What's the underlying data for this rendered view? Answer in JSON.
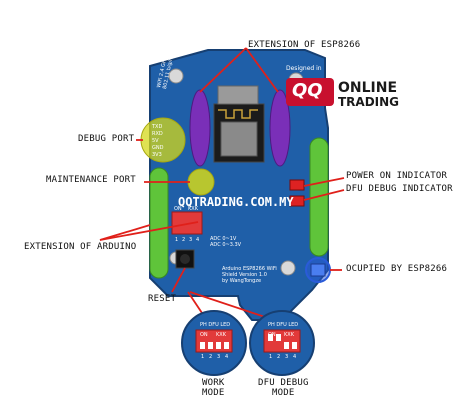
{
  "labels": {
    "extension_esp8266": "EXTENSION OF ESP8266",
    "debug_port": "DEBUG PORT",
    "maintenance_port": "MAINTENANCE PORT",
    "power_on_indicator": "POWER ON INDICATOR",
    "dfu_debug_indicator": "DFU DEBUG INDICATOR",
    "extension_arduino": "EXTENSION OF ARDUINO",
    "reset": "RESET",
    "occupied_esp8266": "OCUPIED BY ESP8266",
    "work_mode": "WORK\nMODE",
    "dfu_debug_mode": "DFU DEBUG\nMODE"
  },
  "brand": {
    "logo_letters": "QQ",
    "line1": "ONLINE",
    "line2": "TRADING"
  },
  "board": {
    "watermark": "QQTRADING.COM.MY",
    "wifi_text": "WiFi 2.4 GHz\n802.11 b/g/n",
    "designed_in": "Designed in",
    "debug_pins": [
      "TXD",
      "RXD",
      "5V",
      "GND",
      "3V3"
    ],
    "switch_on": "ON",
    "switch_kxk": "KXK",
    "switch_numbers": [
      "1",
      "2",
      "3",
      "4"
    ],
    "shield_text": "Arduino ESP8266 WiFi\nShield Version 1.0\nby WangTongze",
    "adc_text": "ADC 0~1V\nADC 0~3.3V"
  },
  "zoom_labels": {
    "top": "PH DFU LED",
    "on": "ON",
    "kxk": "KXK",
    "nums": [
      "1",
      "2",
      "3",
      "4"
    ]
  },
  "colors": {
    "board": "#1f5fa8",
    "purple_header": "#7a2fb8",
    "green_header": "#5fc43a",
    "yellow_highlight": "#d4d81a",
    "red_switch": "#e23a3a",
    "annotation_red": "#e0201a",
    "brand_red": "#c8102e"
  }
}
